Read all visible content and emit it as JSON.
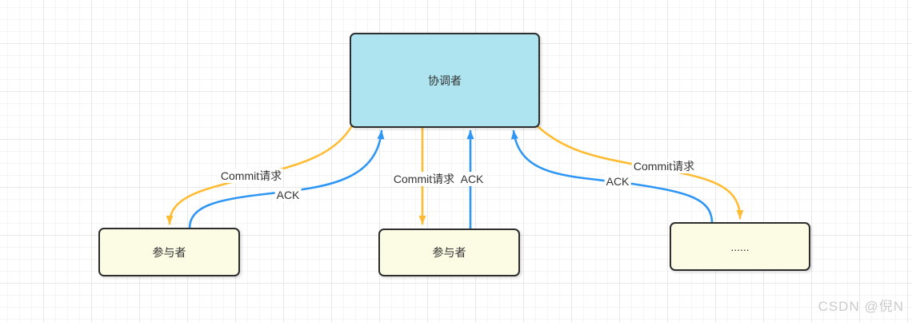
{
  "diagram": {
    "nodes": [
      {
        "id": "coordinator",
        "label": "协调者"
      },
      {
        "id": "participant-left",
        "label": "参与者"
      },
      {
        "id": "participant-middle",
        "label": "参与者"
      },
      {
        "id": "participant-more",
        "label": "......"
      }
    ],
    "edges": [
      {
        "id": "commit-left",
        "from": "coordinator",
        "to": "participant-left",
        "label": "Commit请求"
      },
      {
        "id": "ack-left",
        "from": "participant-left",
        "to": "coordinator",
        "label": "ACK"
      },
      {
        "id": "commit-middle",
        "from": "coordinator",
        "to": "participant-middle",
        "label": "Commit请求"
      },
      {
        "id": "ack-middle",
        "from": "participant-middle",
        "to": "coordinator",
        "label": "ACK"
      },
      {
        "id": "commit-right",
        "from": "coordinator",
        "to": "participant-more",
        "label": "Commit请求"
      },
      {
        "id": "ack-right",
        "from": "participant-more",
        "to": "coordinator",
        "label": "ACK"
      }
    ]
  },
  "watermark": {
    "text": "CSDN @倪N"
  },
  "colors": {
    "commit": "#FFBC33",
    "ack": "#2E96F5",
    "coordinator_fill": "#ADE4EF",
    "participant_fill": "#FCFCE4",
    "node_border": "#2D2D2D",
    "label_text": "#333333",
    "watermark_text": "#CBCBCB",
    "grid_minor": "#F5F5F5",
    "grid_major": "#E8E8E8"
  }
}
